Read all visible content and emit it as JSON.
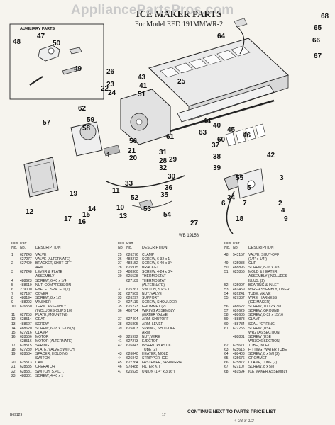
{
  "watermark": "AppliancePartsPros.com",
  "title": "ICE MAKER PARTS",
  "subtitle": "For Model EED 191MMWR-2",
  "auxiliary_label": "AUXILIARY PARTS",
  "figure_id": "WB 19158",
  "callouts": [
    "48",
    "47",
    "50",
    "49",
    "68",
    "65",
    "64",
    "66",
    "67",
    "26",
    "22",
    "24",
    "25",
    "23",
    "43",
    "41",
    "51",
    "63",
    "60",
    "61",
    "62",
    "57",
    "59",
    "58",
    "56",
    "21",
    "20",
    "44",
    "40",
    "45",
    "46",
    "42",
    "1",
    "31",
    "28",
    "32",
    "29",
    "30",
    "33",
    "37",
    "38",
    "39",
    "36",
    "35",
    "52",
    "53",
    "54",
    "55",
    "34",
    "6",
    "7",
    "5",
    "3",
    "2",
    "4",
    "18",
    "9",
    "17",
    "16",
    "15",
    "14",
    "19",
    "12",
    "11",
    "10",
    "13",
    "27"
  ],
  "table_header": {
    "line1": "Illus. Part",
    "no": "No.",
    "part": "No.",
    "desc": "DESCRIPTION"
  },
  "columns": [
    [
      [
        "1",
        "627243",
        "VALVE"
      ],
      [
        "",
        "627277",
        "VALVE (ALTERNATE)"
      ],
      [
        "2",
        "627409",
        "BRACKET, SHUT-OFF"
      ],
      [
        "",
        "",
        "ARM"
      ],
      [
        "3",
        "627248",
        "LEVER & PLATE"
      ],
      [
        "",
        "",
        "ASSEMBLY"
      ],
      [
        "4",
        "488623",
        "SCREW, 6-40 x 1/4"
      ],
      [
        "5",
        "488610",
        "NUT, COMPRESSION"
      ],
      [
        "6",
        "219000",
        "EYELET SPACED (2)"
      ],
      [
        "7",
        "627197",
        "COVER"
      ],
      [
        "8",
        "488194",
        "SCREW, 8 x 1/2"
      ],
      [
        "9",
        "488292",
        "WASHER"
      ],
      [
        "10",
        "626550",
        "TERM. ASSEMBLY"
      ],
      [
        "",
        "",
        "(INCLUDES CLIPS 10)"
      ],
      [
        "11",
        "627253",
        "PLATE, MOUNTING"
      ],
      [
        "12",
        "628514",
        "GEAR"
      ],
      [
        "13",
        "488627",
        "SCREW"
      ],
      [
        "14",
        "488620",
        "SCREW, 6-18 x 1-1/8 (3)"
      ],
      [
        "15",
        "627216",
        "CLAMP"
      ],
      [
        "16",
        "628566",
        "MOTOR"
      ],
      [
        "",
        "628516",
        "MOTOR (ALTERNATE)"
      ],
      [
        "17",
        "628515",
        "SPRING"
      ],
      [
        "18",
        "627289",
        "PLATE, VALVE SWITCH"
      ],
      [
        "19",
        "628534",
        "SPACER, HOLDING"
      ],
      [
        "",
        "",
        "SWITCH"
      ],
      [
        "20",
        "625513",
        "CAM"
      ],
      [
        "21",
        "628535",
        "OPERATOR"
      ],
      [
        "22",
        "628531",
        "SWITCH, S.P.D.T."
      ],
      [
        "23",
        "488301",
        "SCREW, 4-40 x 1"
      ]
    ],
    [
      [
        "25",
        "626276",
        "CLAMP"
      ],
      [
        "26",
        "488272",
        "SCREW, 6-32 x 1"
      ],
      [
        "27",
        "488152",
        "SCREW, 6-40 x 3/4"
      ],
      [
        "28",
        "625915",
        "BRACKET"
      ],
      [
        "29",
        "488360",
        "SCREW, 4-24 x 3/4"
      ],
      [
        "30",
        "625528",
        "THERMOSTAT"
      ],
      [
        "",
        "627189",
        "THERMOSTAT"
      ],
      [
        "",
        "",
        "(ALTERNATE)"
      ],
      [
        "31",
        "625267",
        "SWITCH, S.P.S.T."
      ],
      [
        "32",
        "627509",
        "NUT, VALVE"
      ],
      [
        "33",
        "626297",
        "SUPPORT"
      ],
      [
        "34",
        "627116",
        "SCREW, SHOULDER"
      ],
      [
        "35",
        "625223",
        "GROMMET (2)"
      ],
      [
        "36",
        "468734",
        "WIRING ASSEMBLY"
      ],
      [
        "",
        "",
        "(WATER VALVE"
      ],
      [
        "37",
        "627404",
        "ARM, SHUTOFF"
      ],
      [
        "38",
        "625805",
        "ARM, LEVER"
      ],
      [
        "39",
        "625803",
        "SPRING, SHUT-OFF"
      ],
      [
        "",
        "",
        "ARM"
      ],
      [
        "40",
        "225992",
        "NUT, WIRE"
      ],
      [
        "41",
        "627273",
        "EJECTOR"
      ],
      [
        "42",
        "626843",
        "INSERT, PLASTIC"
      ],
      [
        "",
        "",
        "TUBE (2)"
      ],
      [
        "43",
        "626840",
        "HEATER, MOLD"
      ],
      [
        "44",
        "626842",
        "STRIPPER, ICE"
      ],
      [
        "45",
        "627264",
        "FASTENER, SPRINGRIP"
      ],
      [
        "46",
        "978488",
        "FILTER KIT"
      ],
      [
        "47",
        "625525",
        "UNION (1/4\" x 3/16\")"
      ]
    ],
    [
      [
        "48",
        "543157",
        "VALVE, SHUT-OFF"
      ],
      [
        "",
        "",
        "(1/4\" x 1/4\")"
      ],
      [
        "49",
        "625938",
        "CLIP"
      ],
      [
        "50",
        "488896",
        "SCREW, 8-16 x 3/8"
      ],
      [
        "51",
        "625856",
        "MOLD & HEATER"
      ],
      [
        "",
        "",
        "ASSEMBLY (INCLUDES"
      ],
      [
        "",
        "",
        "ILLUS. (2)"
      ],
      [
        "52",
        "625907",
        "BEARING & INLET"
      ],
      [
        "53",
        "481459",
        "WIRE ASSEMBLY, LINER"
      ],
      [
        "54",
        "626241",
        "TUBE, VALVE"
      ],
      [
        "55",
        "627337",
        "WIRE, HARNESS"
      ],
      [
        "",
        "",
        "(ICE MAKER)"
      ],
      [
        "56",
        "488622",
        "SCREW, 10-12 x 3/8"
      ],
      [
        "57",
        "626629",
        "SCREW, GROUND"
      ],
      [
        "58",
        "488686",
        "SCREW, 8-32 x 15/16"
      ],
      [
        "59",
        "488878",
        "CLAMP"
      ],
      [
        "60",
        "488734",
        "SEAL, \"O\" RING"
      ],
      [
        "61",
        "627255",
        "SCREW (USE"
      ],
      [
        "",
        "",
        "WR27X6 SECTION)"
      ],
      [
        "",
        "488881",
        "SCREW (USE"
      ],
      [
        "",
        "",
        "WR30X6 SECTION)"
      ],
      [
        "62",
        "625671",
        "TUBE, INLET"
      ],
      [
        "63",
        "625615",
        "FITTING, WATER TUBE"
      ],
      [
        "64",
        "488403",
        "SCREW, 8 x 5/8 (2)"
      ],
      [
        "65",
        "625676",
        "GROMMET"
      ],
      [
        "66",
        "625872",
        "CLAMP, TUBE (2)"
      ],
      [
        "67",
        "627107",
        "SCREW, 8 x 5/8"
      ],
      [
        "68",
        "481594",
        "ICE MAKER ASSEMBLY"
      ]
    ]
  ],
  "footer": {
    "code": "B69129",
    "page": "17",
    "continue_note": "CONTINUE NEXT TO PARTS PRICE LIST",
    "handwritten": "4-23-8-1/2"
  }
}
